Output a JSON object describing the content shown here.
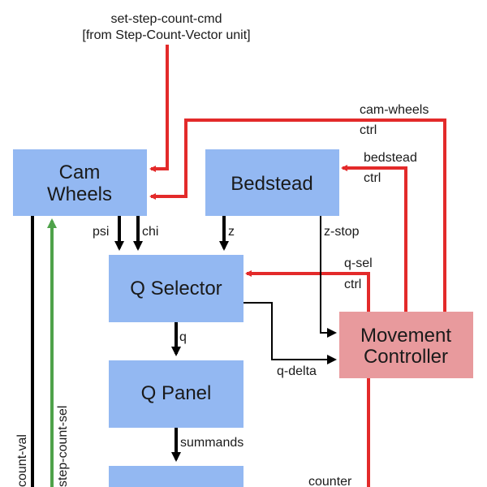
{
  "diagram": {
    "title_lines": [
      "set-step-count-cmd",
      "[from Step-Count-Vector unit]"
    ],
    "colors": {
      "block": "#93b8f2",
      "controller": "#e89a9d",
      "control_signal": "#e32a2a",
      "data_signal": "#000000",
      "select_signal": "#4ea24a"
    },
    "blocks": {
      "cam_wheels": [
        "Cam",
        "Wheels"
      ],
      "bedstead": "Bedstead",
      "q_selector": "Q Selector",
      "q_panel": "Q Panel",
      "movement_controller": [
        "Movement",
        "Controller"
      ]
    },
    "signals": {
      "cam_wheels_ctrl": [
        "cam-wheels",
        "ctrl"
      ],
      "bedstead_ctrl": [
        "bedstead",
        "ctrl"
      ],
      "psi": "psi",
      "chi": "chi",
      "z": "z",
      "z_stop": "z-stop",
      "q_sel_ctrl": [
        "q-sel",
        "ctrl"
      ],
      "q": "q",
      "q_delta": "q-delta",
      "summands": "summands",
      "count_val": "count-val",
      "step_count_sel": "step-count-sel",
      "counter": "counter"
    }
  }
}
